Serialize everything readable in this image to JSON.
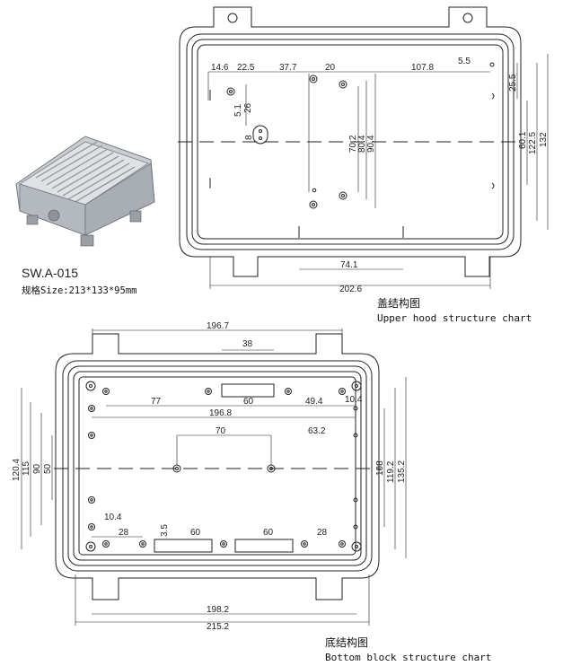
{
  "product": {
    "model": "SW.A-015",
    "size_label": "规格Size:213*133*95mm"
  },
  "upper_hood": {
    "caption_cn": "盖结构图",
    "caption_en": "Upper hood structure chart",
    "dims": {
      "d14_6": "14.6",
      "d22_5": "22.5",
      "d37_7": "37.7",
      "d20": "20",
      "d107_8": "107.8",
      "d5_5": "5.5",
      "d5_1": "5.1",
      "d26": "26",
      "d8": "8",
      "d70_2": "70.2",
      "d80_4": "80.4",
      "d90_4": "90.4",
      "d25_5": "25.5",
      "d60_1": "60.1",
      "d122_5": "122.5",
      "d132": "132",
      "d74_1": "74.1",
      "d202_6": "202.6"
    }
  },
  "bottom_block": {
    "caption_cn": "底结构图",
    "caption_en": "Bottom block structure chart",
    "dims": {
      "d196_7": "196.7",
      "d38": "38",
      "d77": "77",
      "d60a": "60",
      "d49_4": "49.4",
      "d10_4a": "10.4",
      "d196_8": "196.8",
      "d70": "70",
      "d63_2": "63.2",
      "d120_4": "120.4",
      "d115": "115",
      "d90": "90",
      "d50": "50",
      "d108": "108",
      "d119_2": "119.2",
      "d135_2": "135.2",
      "d10_4b": "10.4",
      "d28a": "28",
      "d3_5": "3.5",
      "d60b": "60",
      "d60c": "60",
      "d28b": "28",
      "d198_2": "198.2",
      "d215_2": "215.2"
    }
  }
}
